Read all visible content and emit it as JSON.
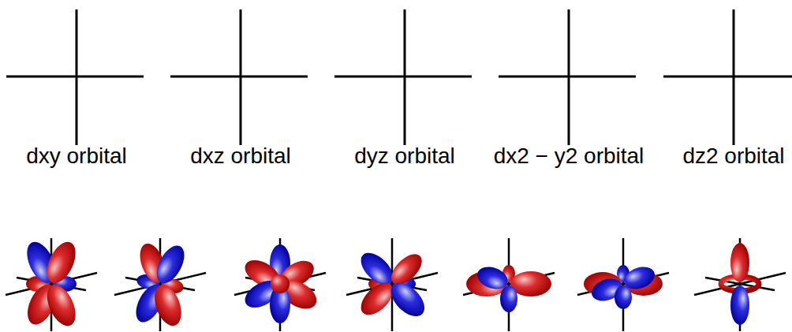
{
  "diagram": {
    "labels": [
      "dxy orbital",
      "dxz orbital",
      "dyz orbital",
      "dx2 − y2 orbital",
      "dz2 orbital"
    ]
  }
}
